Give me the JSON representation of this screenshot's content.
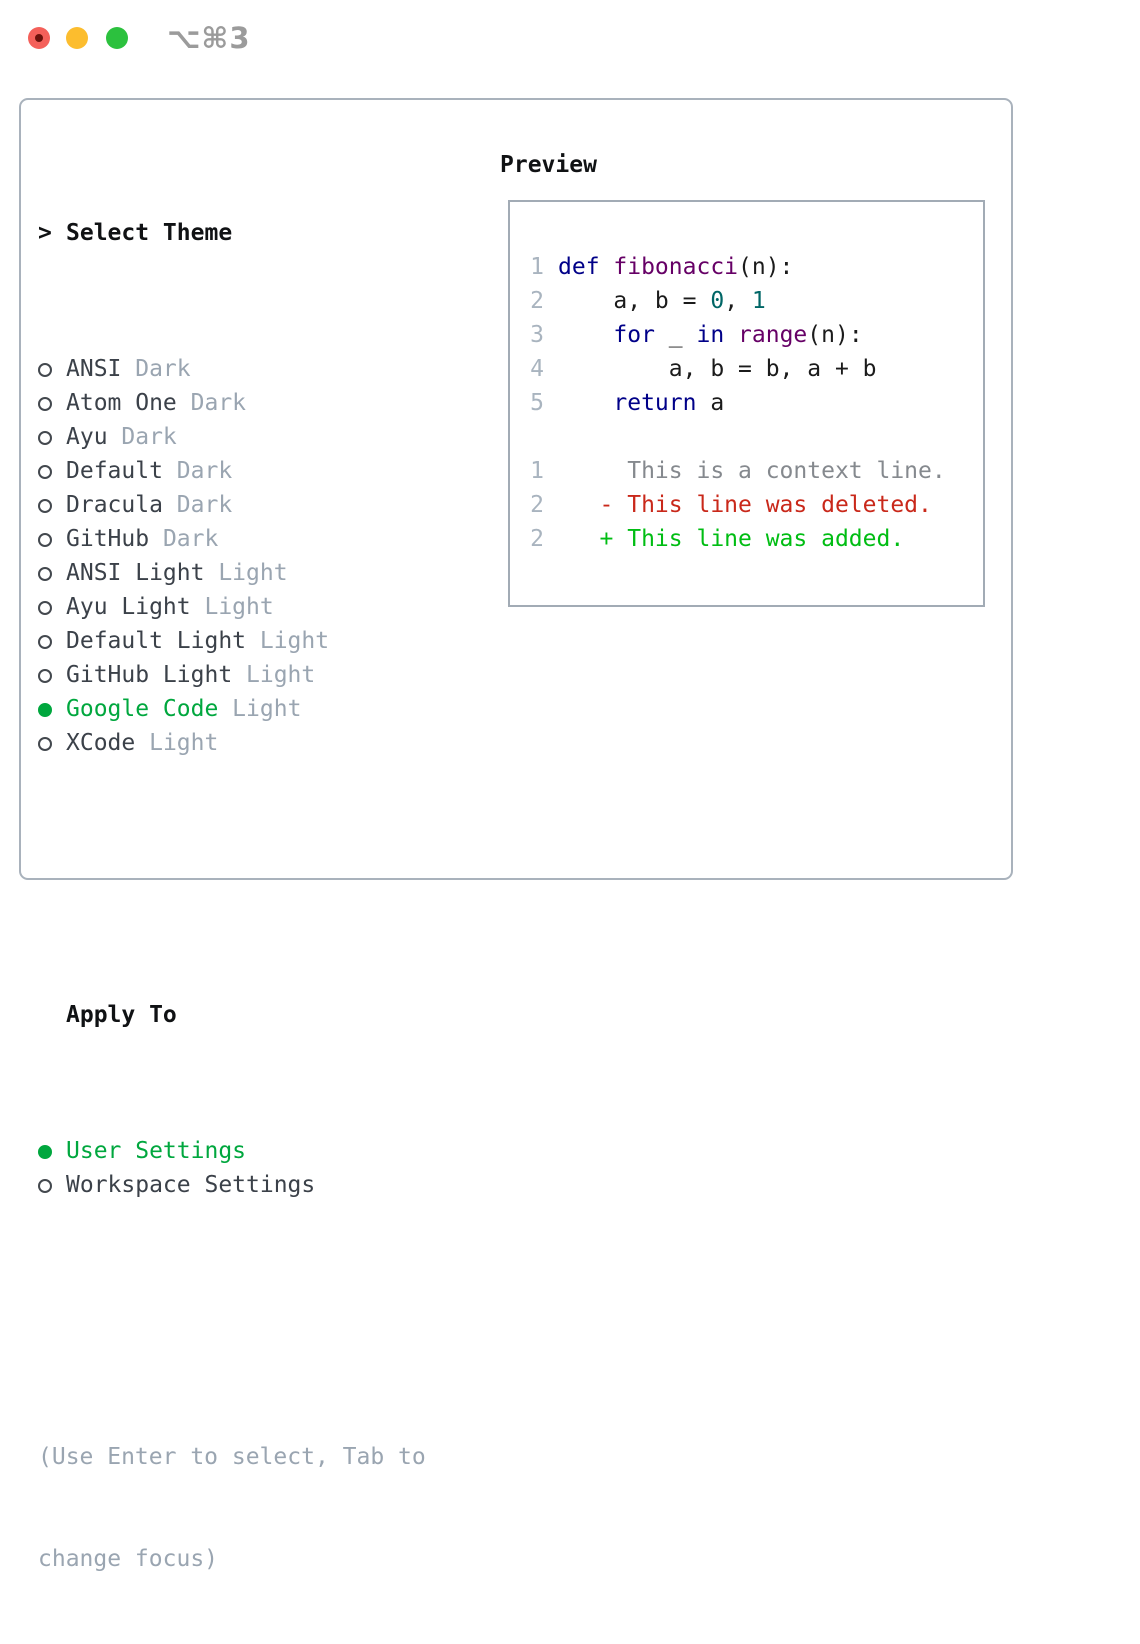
{
  "window": {
    "shortcut_label": "⌥⌘3"
  },
  "colors": {
    "selection_green": "#00a73e",
    "diff_added_green": "#00bd13",
    "diff_deleted_red": "#c9281a",
    "keyword_blue": "#000088",
    "function_purple": "#660066",
    "literal_teal": "#006666",
    "line_number_gray": "#a9b4bf",
    "muted_gray": "#9aa5b1",
    "panel_border": "#a9b2bc",
    "traffic_red": "#f4605a",
    "traffic_yellow": "#fcbd2e",
    "traffic_green": "#2cc13e"
  },
  "theme_panel": {
    "title_marker": ">",
    "title": "Select Theme",
    "themes": [
      {
        "name": "ANSI",
        "tag": "Dark",
        "selected": false
      },
      {
        "name": "Atom One",
        "tag": "Dark",
        "selected": false
      },
      {
        "name": "Ayu",
        "tag": "Dark",
        "selected": false
      },
      {
        "name": "Default",
        "tag": "Dark",
        "selected": false
      },
      {
        "name": "Dracula",
        "tag": "Dark",
        "selected": false
      },
      {
        "name": "GitHub",
        "tag": "Dark",
        "selected": false
      },
      {
        "name": "ANSI Light",
        "tag": "Light",
        "selected": false
      },
      {
        "name": "Ayu Light",
        "tag": "Light",
        "selected": false
      },
      {
        "name": "Default Light",
        "tag": "Light",
        "selected": false
      },
      {
        "name": "GitHub Light",
        "tag": "Light",
        "selected": false
      },
      {
        "name": "Google Code",
        "tag": "Light",
        "selected": true
      },
      {
        "name": "XCode",
        "tag": "Light",
        "selected": false
      }
    ],
    "apply_to": {
      "title": "Apply To",
      "options": [
        {
          "label": "User Settings",
          "selected": true
        },
        {
          "label": "Workspace Settings",
          "selected": false
        }
      ]
    },
    "help_lines": [
      "(Use Enter to select, Tab to",
      "change focus)"
    ]
  },
  "preview": {
    "title": "Preview",
    "lines": [
      {
        "num": "1",
        "segments": [
          {
            "text": "def ",
            "color": "keyword"
          },
          {
            "text": "fibonacci",
            "color": "function"
          },
          {
            "text": "(n):",
            "color": "plain"
          }
        ]
      },
      {
        "num": "2",
        "segments": [
          {
            "text": "    a, b = ",
            "color": "plain"
          },
          {
            "text": "0",
            "color": "literal"
          },
          {
            "text": ", ",
            "color": "plain"
          },
          {
            "text": "1",
            "color": "literal"
          }
        ]
      },
      {
        "num": "3",
        "segments": [
          {
            "text": "    ",
            "color": "plain"
          },
          {
            "text": "for ",
            "color": "keyword"
          },
          {
            "text": "_ ",
            "color": "plain"
          },
          {
            "text": "in ",
            "color": "keyword"
          },
          {
            "text": "range",
            "color": "function"
          },
          {
            "text": "(n):",
            "color": "plain"
          }
        ]
      },
      {
        "num": "4",
        "segments": [
          {
            "text": "        a, b = b, a + b",
            "color": "plain"
          }
        ]
      },
      {
        "num": "5",
        "segments": [
          {
            "text": "    ",
            "color": "plain"
          },
          {
            "text": "return ",
            "color": "keyword"
          },
          {
            "text": "a",
            "color": "plain"
          }
        ]
      },
      {
        "num": "",
        "segments": []
      },
      {
        "num": "1",
        "segments": [
          {
            "text": "     This is a context line.",
            "color": "context"
          }
        ]
      },
      {
        "num": "2",
        "segments": [
          {
            "text": "   - This line was deleted.",
            "color": "deleted"
          }
        ]
      },
      {
        "num": "2",
        "segments": [
          {
            "text": "   + This line was added.",
            "color": "added"
          }
        ]
      }
    ]
  }
}
